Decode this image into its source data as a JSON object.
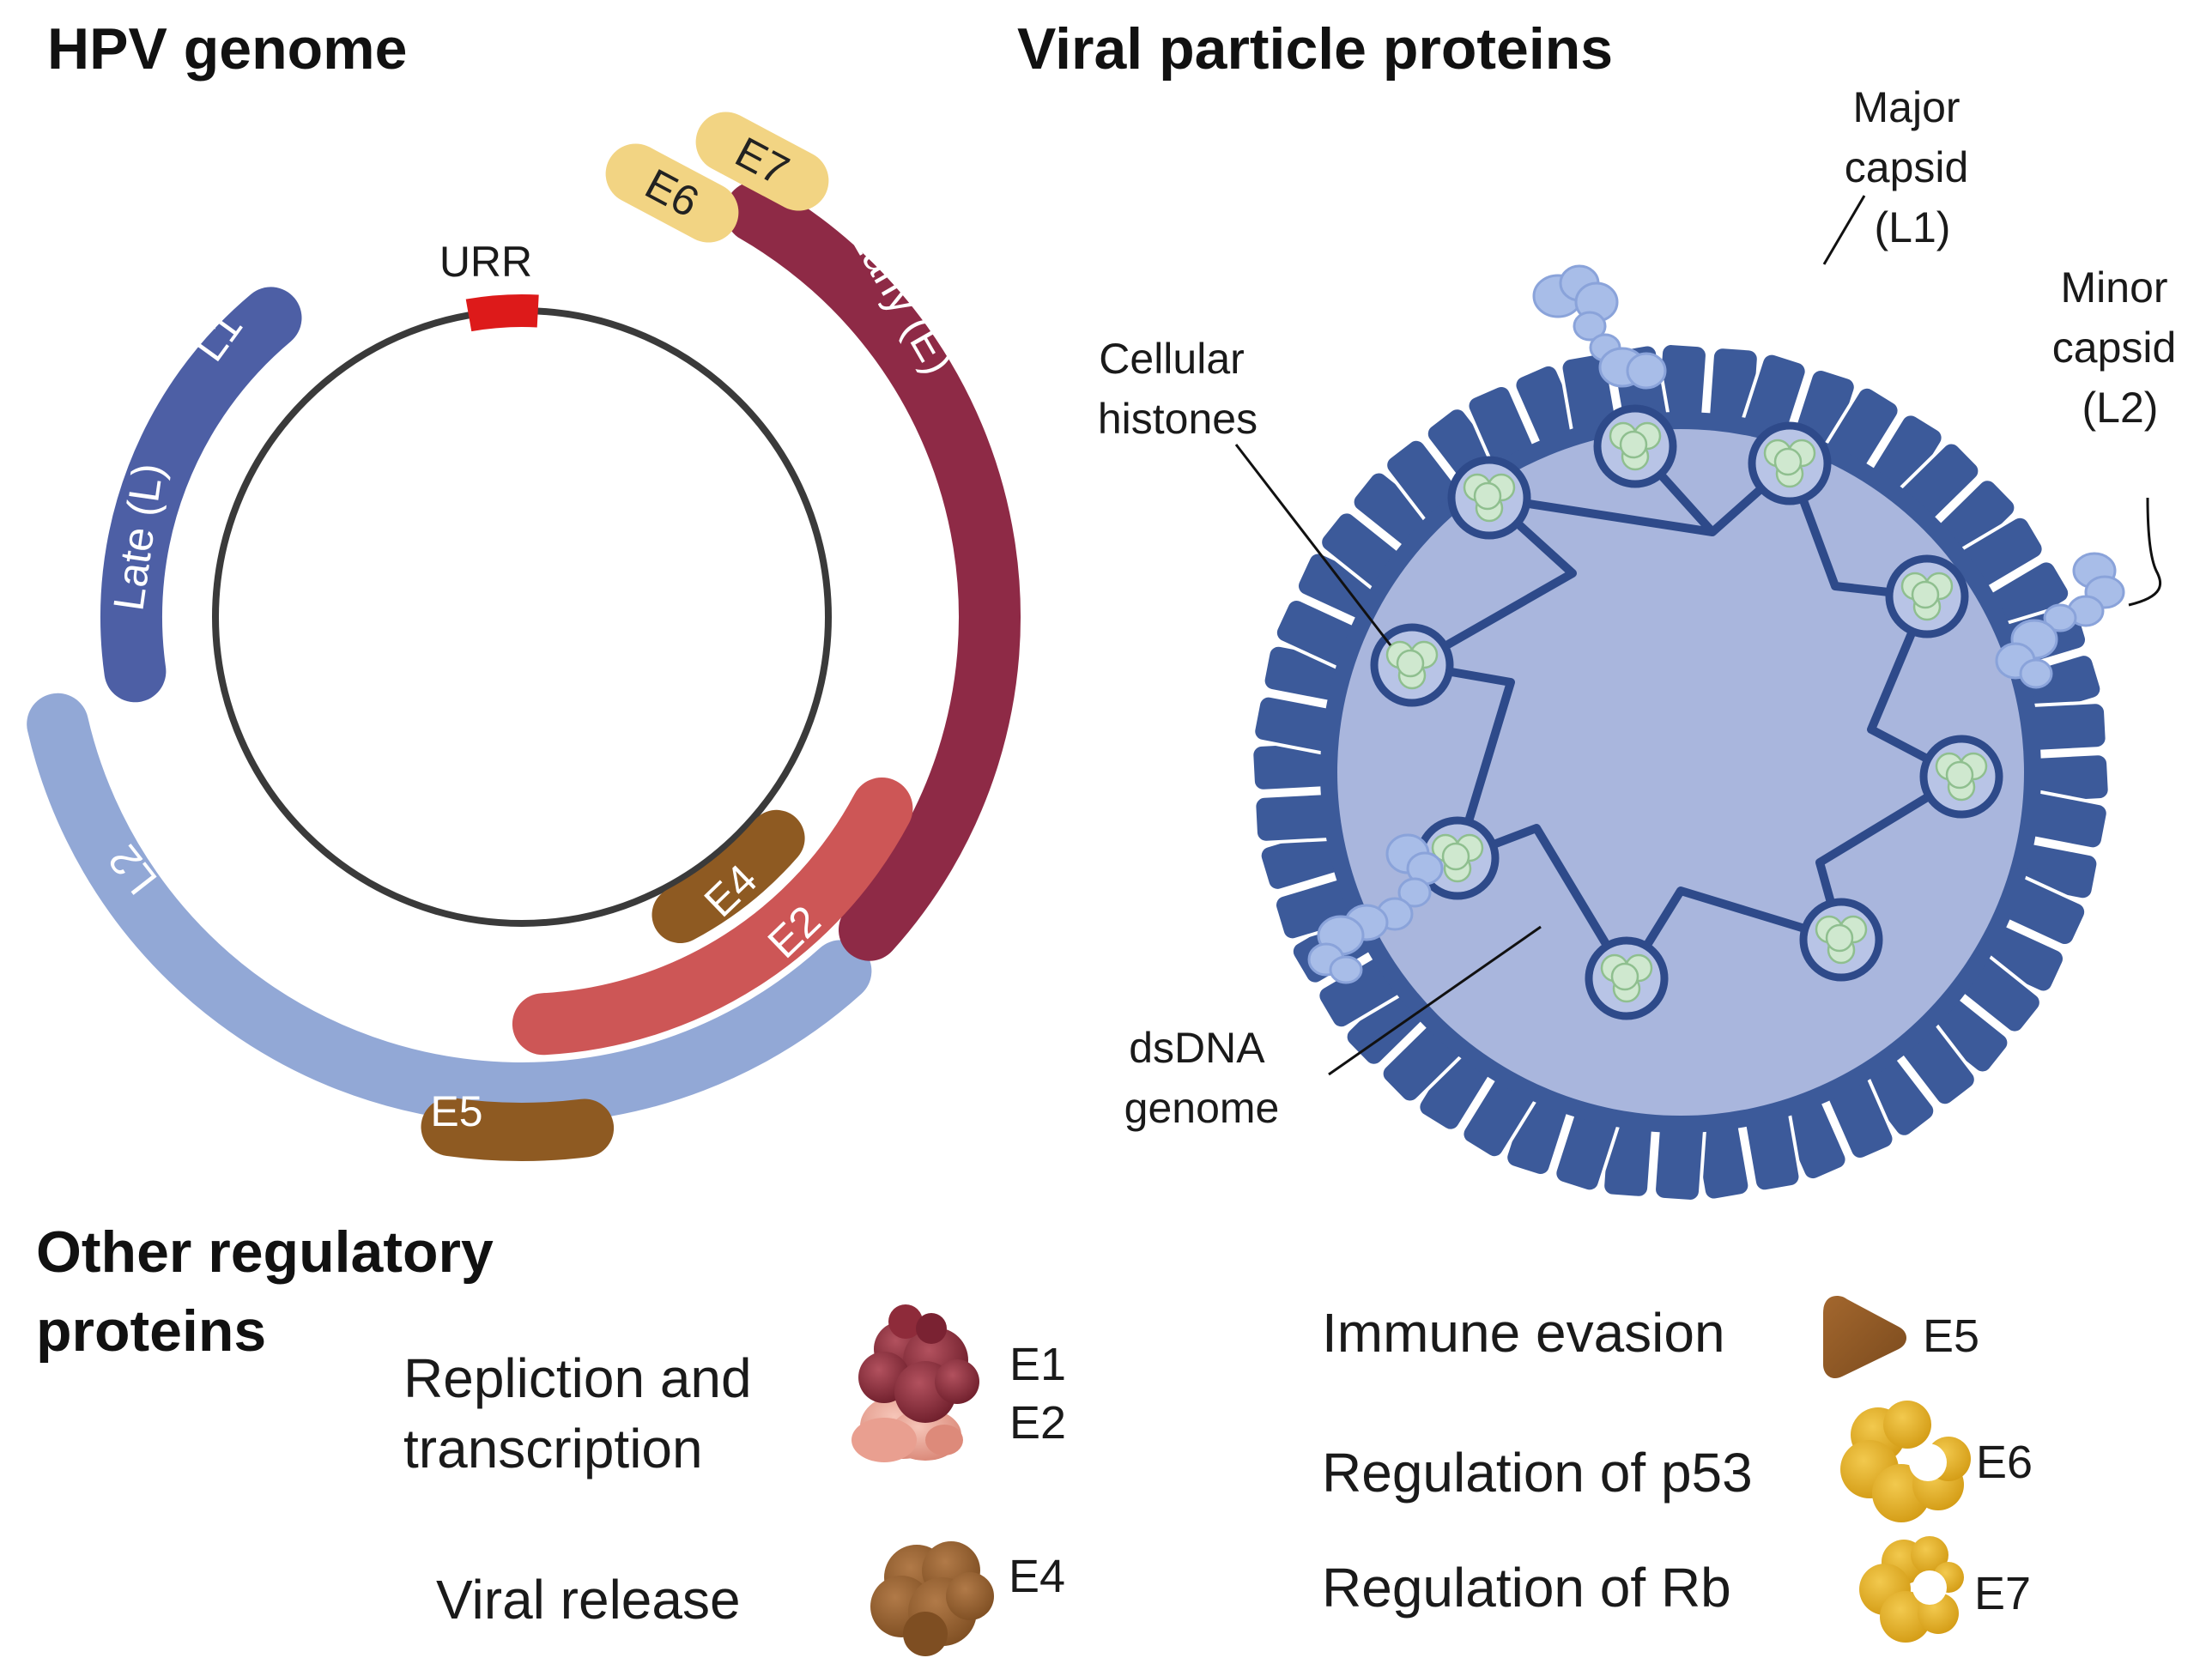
{
  "sections": {
    "genome_title": "HPV genome",
    "particle_title": "Viral particle proteins",
    "regulatory_title_line1": "Other regulatory",
    "regulatory_title_line2": "proteins"
  },
  "genome": {
    "urr_label": "URR",
    "segments": {
      "l1": "L1",
      "late": "Late (L)",
      "l2": "L2",
      "early": "Early (E)",
      "e2": "E2",
      "e4": "E4",
      "e5": "E5",
      "e6": "E6",
      "e7": "E7"
    }
  },
  "particle": {
    "major_capsid": [
      "Major",
      "capsid",
      "(L1)"
    ],
    "minor_capsid": [
      "Minor",
      "capsid",
      "(L2)"
    ],
    "histones": [
      "Cellular",
      "histones"
    ],
    "dsdna": [
      "dsDNA",
      "genome"
    ]
  },
  "regulatory": {
    "replication": {
      "function_line1": "Repliction and",
      "function_line2": "transcription",
      "protein_a": "E1",
      "protein_b": "E2"
    },
    "release": {
      "function": "Viral release",
      "protein": "E4"
    },
    "immune": {
      "function": "Immune evasion",
      "protein": "E5"
    },
    "p53": {
      "function": "Regulation of  p53",
      "protein": "E6"
    },
    "rb": {
      "function": "Regulation of  Rb",
      "protein": "E7"
    }
  },
  "colors": {
    "late_blue": "#4d5fa5",
    "l2_lightblue": "#92a8d6",
    "early_maroon": "#8e2a46",
    "e2_red": "#cd5656",
    "e4_e5_brown": "#8e5a22",
    "e6_e7_yellow": "#f2d483",
    "urr_red": "#dd1a1a",
    "capsid_dark": "#3c5a9a",
    "capsid_inner": "#a9b6dd",
    "nucleosome_green": "#cfe8cf",
    "e1_maroon": "#8e2b3a",
    "e2_pink": "#e89d8e",
    "e6_gold": "#e2ac22"
  }
}
